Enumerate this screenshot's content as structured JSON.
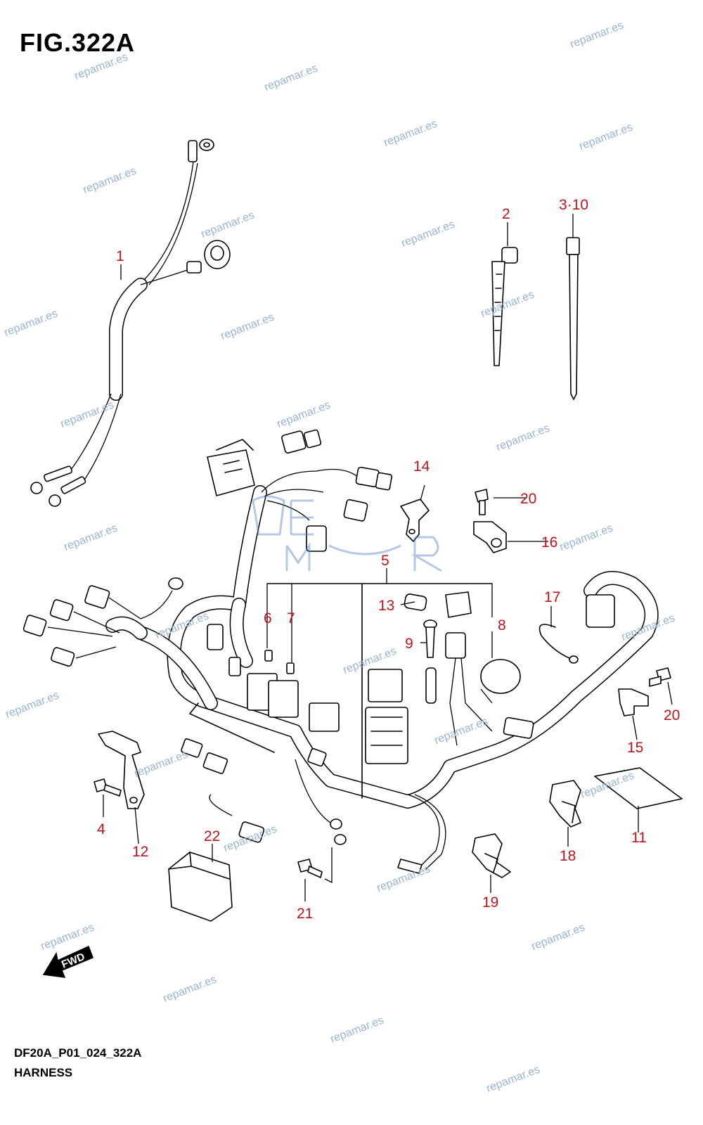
{
  "figure": {
    "title": "FIG.322A",
    "code": "DF20A_P01_024_322A",
    "name": "HARNESS",
    "watermark": "repamar.es",
    "fwd_label": "FWD"
  },
  "callouts": [
    {
      "id": "1",
      "label": "1"
    },
    {
      "id": "2",
      "label": "2"
    },
    {
      "id": "3-10",
      "label": "3·10"
    },
    {
      "id": "4",
      "label": "4"
    },
    {
      "id": "5",
      "label": "5"
    },
    {
      "id": "6",
      "label": "6"
    },
    {
      "id": "7",
      "label": "7"
    },
    {
      "id": "8",
      "label": "8"
    },
    {
      "id": "9",
      "label": "9"
    },
    {
      "id": "11",
      "label": "11"
    },
    {
      "id": "12",
      "label": "12"
    },
    {
      "id": "13",
      "label": "13"
    },
    {
      "id": "14",
      "label": "14"
    },
    {
      "id": "15",
      "label": "15"
    },
    {
      "id": "16",
      "label": "16"
    },
    {
      "id": "17",
      "label": "17"
    },
    {
      "id": "18",
      "label": "18"
    },
    {
      "id": "19",
      "label": "19"
    },
    {
      "id": "20a",
      "label": "20"
    },
    {
      "id": "20b",
      "label": "20"
    },
    {
      "id": "21",
      "label": "21"
    },
    {
      "id": "22",
      "label": "22"
    }
  ],
  "colors": {
    "callout_text": "#c0141c",
    "line": "#000000",
    "watermark": "#9ab4d6",
    "logo": "#5b86c2"
  }
}
